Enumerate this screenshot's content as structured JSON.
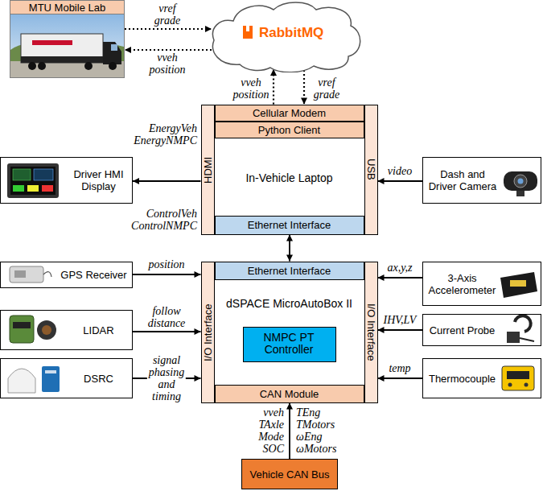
{
  "diagram": {
    "nodes": [
      {
        "text": [
          "MTU Mobile Lab"
        ]
      },
      {
        "text": [
          "RabbitMQ"
        ]
      },
      {
        "text": [
          "In-Vehicle Laptop"
        ]
      },
      {
        "text": [
          "Cellular Modem"
        ],
        "in": 2
      },
      {
        "text": [
          "Python Client"
        ],
        "in": 2
      },
      {
        "text": [
          "HDMI"
        ],
        "in": 2
      },
      {
        "text": [
          "USB"
        ],
        "in": 2
      },
      {
        "text": [
          "Ethernet Interface"
        ],
        "in": 2
      },
      {
        "text": [
          "Driver HMI Display"
        ]
      },
      {
        "text": [
          "Dash and Driver Camera"
        ]
      },
      {
        "text": [
          "dSPACE MicroAutoBox II"
        ]
      },
      {
        "text": [
          "Ethernet Interface"
        ],
        "in": 10
      },
      {
        "text": [
          "I/O Interface"
        ],
        "in": 10
      },
      {
        "text": [
          "I/O Interface"
        ],
        "in": 10
      },
      {
        "text": [
          "NMPC PT Controller"
        ],
        "in": 10
      },
      {
        "text": [
          "CAN Module"
        ],
        "in": 10
      },
      {
        "text": [
          "GPS Receiver"
        ]
      },
      {
        "text": [
          "LIDAR"
        ]
      },
      {
        "text": [
          "DSRC"
        ]
      },
      {
        "text": [
          "3-Axis Accelerometer"
        ]
      },
      {
        "text": [
          "Current Probe"
        ]
      },
      {
        "text": [
          "Thermocouple"
        ]
      },
      {
        "text": [
          "Vehicle CAN Bus"
        ]
      }
    ],
    "edges": [
      {
        "from": 0,
        "to": 1,
        "label": "vref grade",
        "arrow": "to"
      },
      {
        "from": 1,
        "to": 0,
        "label": "vveh position",
        "arrow": "to"
      },
      {
        "from": 3,
        "to": 1,
        "label": "vveh position",
        "arrow": "to"
      },
      {
        "from": 1,
        "to": 3,
        "label": "vref grade",
        "arrow": "to"
      },
      {
        "from": 5,
        "to": 8,
        "arrow": "to"
      },
      {
        "from": 9,
        "to": 6,
        "label": "video",
        "arrow": "to"
      },
      {
        "from": 7,
        "to": 11,
        "arrow": "both"
      },
      {
        "from": 16,
        "to": 12,
        "label": "position",
        "arrow": "to"
      },
      {
        "from": 17,
        "to": 12,
        "label": "follow distance",
        "arrow": "to"
      },
      {
        "from": 18,
        "to": 12,
        "label": "signal phasing and timing",
        "arrow": "to"
      },
      {
        "from": 19,
        "to": 13,
        "label": "ax,y,z",
        "arrow": "to"
      },
      {
        "from": 20,
        "to": 13,
        "label": "IHV,LV",
        "arrow": "to"
      },
      {
        "from": 21,
        "to": 13,
        "label": "temp",
        "arrow": "to"
      },
      {
        "from": 22,
        "to": 15,
        "arrow": "to"
      }
    ],
    "labels": [
      "EnergyVeh EnergyNMPC",
      "ControlVeh ControlNMPC",
      "vveh TAxle Mode SOC",
      "TEng TMotors ωEng ωMotors"
    ]
  }
}
